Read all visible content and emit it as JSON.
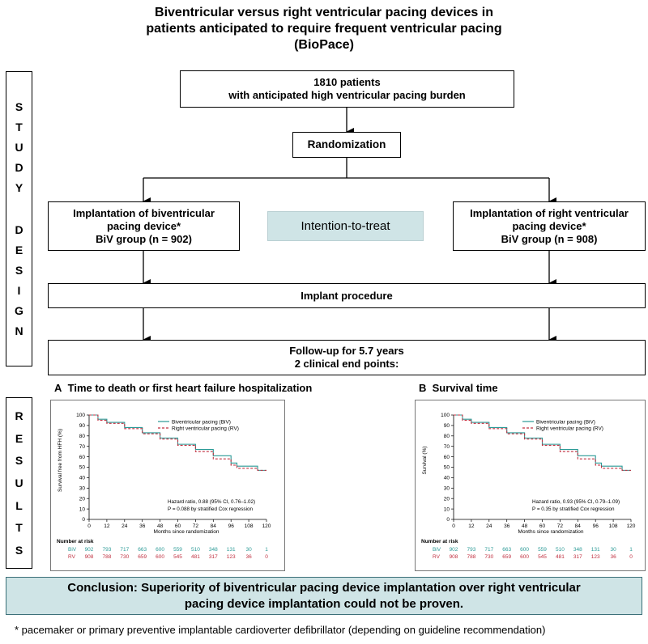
{
  "title": {
    "line1": "Biventricular versus right ventricular pacing devices in",
    "line2": "patients anticipated to require frequent ventricular pacing",
    "line3": "(BioPace)"
  },
  "sidebar": {
    "study": [
      "S",
      "T",
      "U",
      "D",
      "Y"
    ],
    "design": [
      "D",
      "E",
      "S",
      "I",
      "G",
      "N"
    ],
    "results": [
      "R",
      "E",
      "S",
      "U",
      "L",
      "T",
      "S"
    ]
  },
  "flow": {
    "patients_line1": "1810 patients",
    "patients_line2": "with anticipated high ventricular pacing burden",
    "randomization": "Randomization",
    "biv_line1": "Implantation of biventricular",
    "biv_line2": "pacing device*",
    "biv_line3": "BiV group (n = 902)",
    "itt": "Intention-to-treat",
    "rv_line1": "Implantation of right ventricular",
    "rv_line2": "pacing device*",
    "rv_line3": "BiV group (n = 908)",
    "implant": "Implant procedure",
    "followup_line1": "Follow-up for 5.7 years",
    "followup_line2": "2 clinical end points:"
  },
  "chart_data": [
    {
      "type": "line",
      "panel_label": "A",
      "title": "Time to death or first heart failure hospitalization",
      "xlabel": "Months since randomization",
      "ylabel": "Survival free from HFH (%)",
      "xlim": [
        0,
        120
      ],
      "ylim": [
        0,
        100
      ],
      "xticks": [
        0,
        12,
        24,
        36,
        48,
        60,
        72,
        84,
        96,
        108,
        120
      ],
      "yticks": [
        0,
        10,
        20,
        30,
        40,
        50,
        60,
        70,
        80,
        90,
        100
      ],
      "series": [
        {
          "name": "Biventricular pacing (BiV)",
          "color": "#2a9a96",
          "style": "solid",
          "x": [
            0,
            6,
            12,
            24,
            36,
            48,
            60,
            72,
            84,
            96,
            100,
            108,
            114,
            120
          ],
          "y": [
            100,
            96,
            93,
            88,
            83,
            78,
            72,
            67,
            61,
            54,
            51,
            51,
            47,
            47
          ]
        },
        {
          "name": "Right ventricular pacing (RV)",
          "color": "#c03040",
          "style": "dashed",
          "x": [
            0,
            6,
            12,
            24,
            36,
            48,
            60,
            72,
            84,
            96,
            100,
            108,
            114,
            120
          ],
          "y": [
            100,
            95,
            92,
            87,
            82,
            77,
            71,
            65,
            58,
            52,
            49,
            49,
            47,
            47
          ]
        }
      ],
      "annotation_line1": "Hazard ratio, 0.88 (95% CI, 0.76–1.02)",
      "annotation_line2": "P = 0.088 by stratified Cox regression",
      "risk_label": "Number at risk",
      "risk_rows": [
        {
          "label": "BiV",
          "color": "#2a9a96",
          "values": [
            "902",
            "793",
            "717",
            "663",
            "600",
            "559",
            "510",
            "348",
            "131",
            "30",
            "1"
          ]
        },
        {
          "label": "RV",
          "color": "#c03040",
          "values": [
            "908",
            "788",
            "730",
            "659",
            "600",
            "545",
            "481",
            "317",
            "123",
            "36",
            "0"
          ]
        }
      ]
    },
    {
      "type": "line",
      "panel_label": "B",
      "title": "Survival time",
      "xlabel": "Months since randomization",
      "ylabel": "Survival (%)",
      "xlim": [
        0,
        120
      ],
      "ylim": [
        0,
        100
      ],
      "xticks": [
        0,
        12,
        24,
        36,
        48,
        60,
        72,
        84,
        96,
        108,
        120
      ],
      "yticks": [
        0,
        10,
        20,
        30,
        40,
        50,
        60,
        70,
        80,
        90,
        100
      ],
      "series": [
        {
          "name": "Biventricular pacing (BiV)",
          "color": "#2a9a96",
          "style": "solid",
          "x": [
            0,
            6,
            12,
            24,
            36,
            48,
            60,
            72,
            84,
            96,
            100,
            108,
            114,
            120
          ],
          "y": [
            100,
            96,
            93,
            88,
            83,
            78,
            72,
            67,
            61,
            54,
            51,
            51,
            47,
            47
          ]
        },
        {
          "name": "Right ventricular pacing (RV)",
          "color": "#c03040",
          "style": "dashed",
          "x": [
            0,
            6,
            12,
            24,
            36,
            48,
            60,
            72,
            84,
            96,
            100,
            108,
            114,
            120
          ],
          "y": [
            100,
            95,
            92,
            87,
            82,
            77,
            71,
            65,
            58,
            52,
            49,
            49,
            47,
            47
          ]
        }
      ],
      "annotation_line1": "Hazard ratio, 0.93 (95% CI, 0.79–1.09)",
      "annotation_line2": "P = 0.35 by stratified Cox regression",
      "risk_label": "Number at risk",
      "risk_rows": [
        {
          "label": "BiV",
          "color": "#2a9a96",
          "values": [
            "902",
            "793",
            "717",
            "663",
            "600",
            "559",
            "510",
            "348",
            "131",
            "30",
            "1"
          ]
        },
        {
          "label": "RV",
          "color": "#c03040",
          "values": [
            "908",
            "788",
            "730",
            "659",
            "600",
            "545",
            "481",
            "317",
            "123",
            "36",
            "0"
          ]
        }
      ]
    }
  ],
  "conclusion": {
    "line1": "Conclusion: Superiority of biventricular pacing device implantation over right ventricular",
    "line2": "pacing device implantation could not be proven."
  },
  "footnote": "* pacemaker or primary preventive implantable cardioverter defibrillator (depending on guideline recommendation)"
}
